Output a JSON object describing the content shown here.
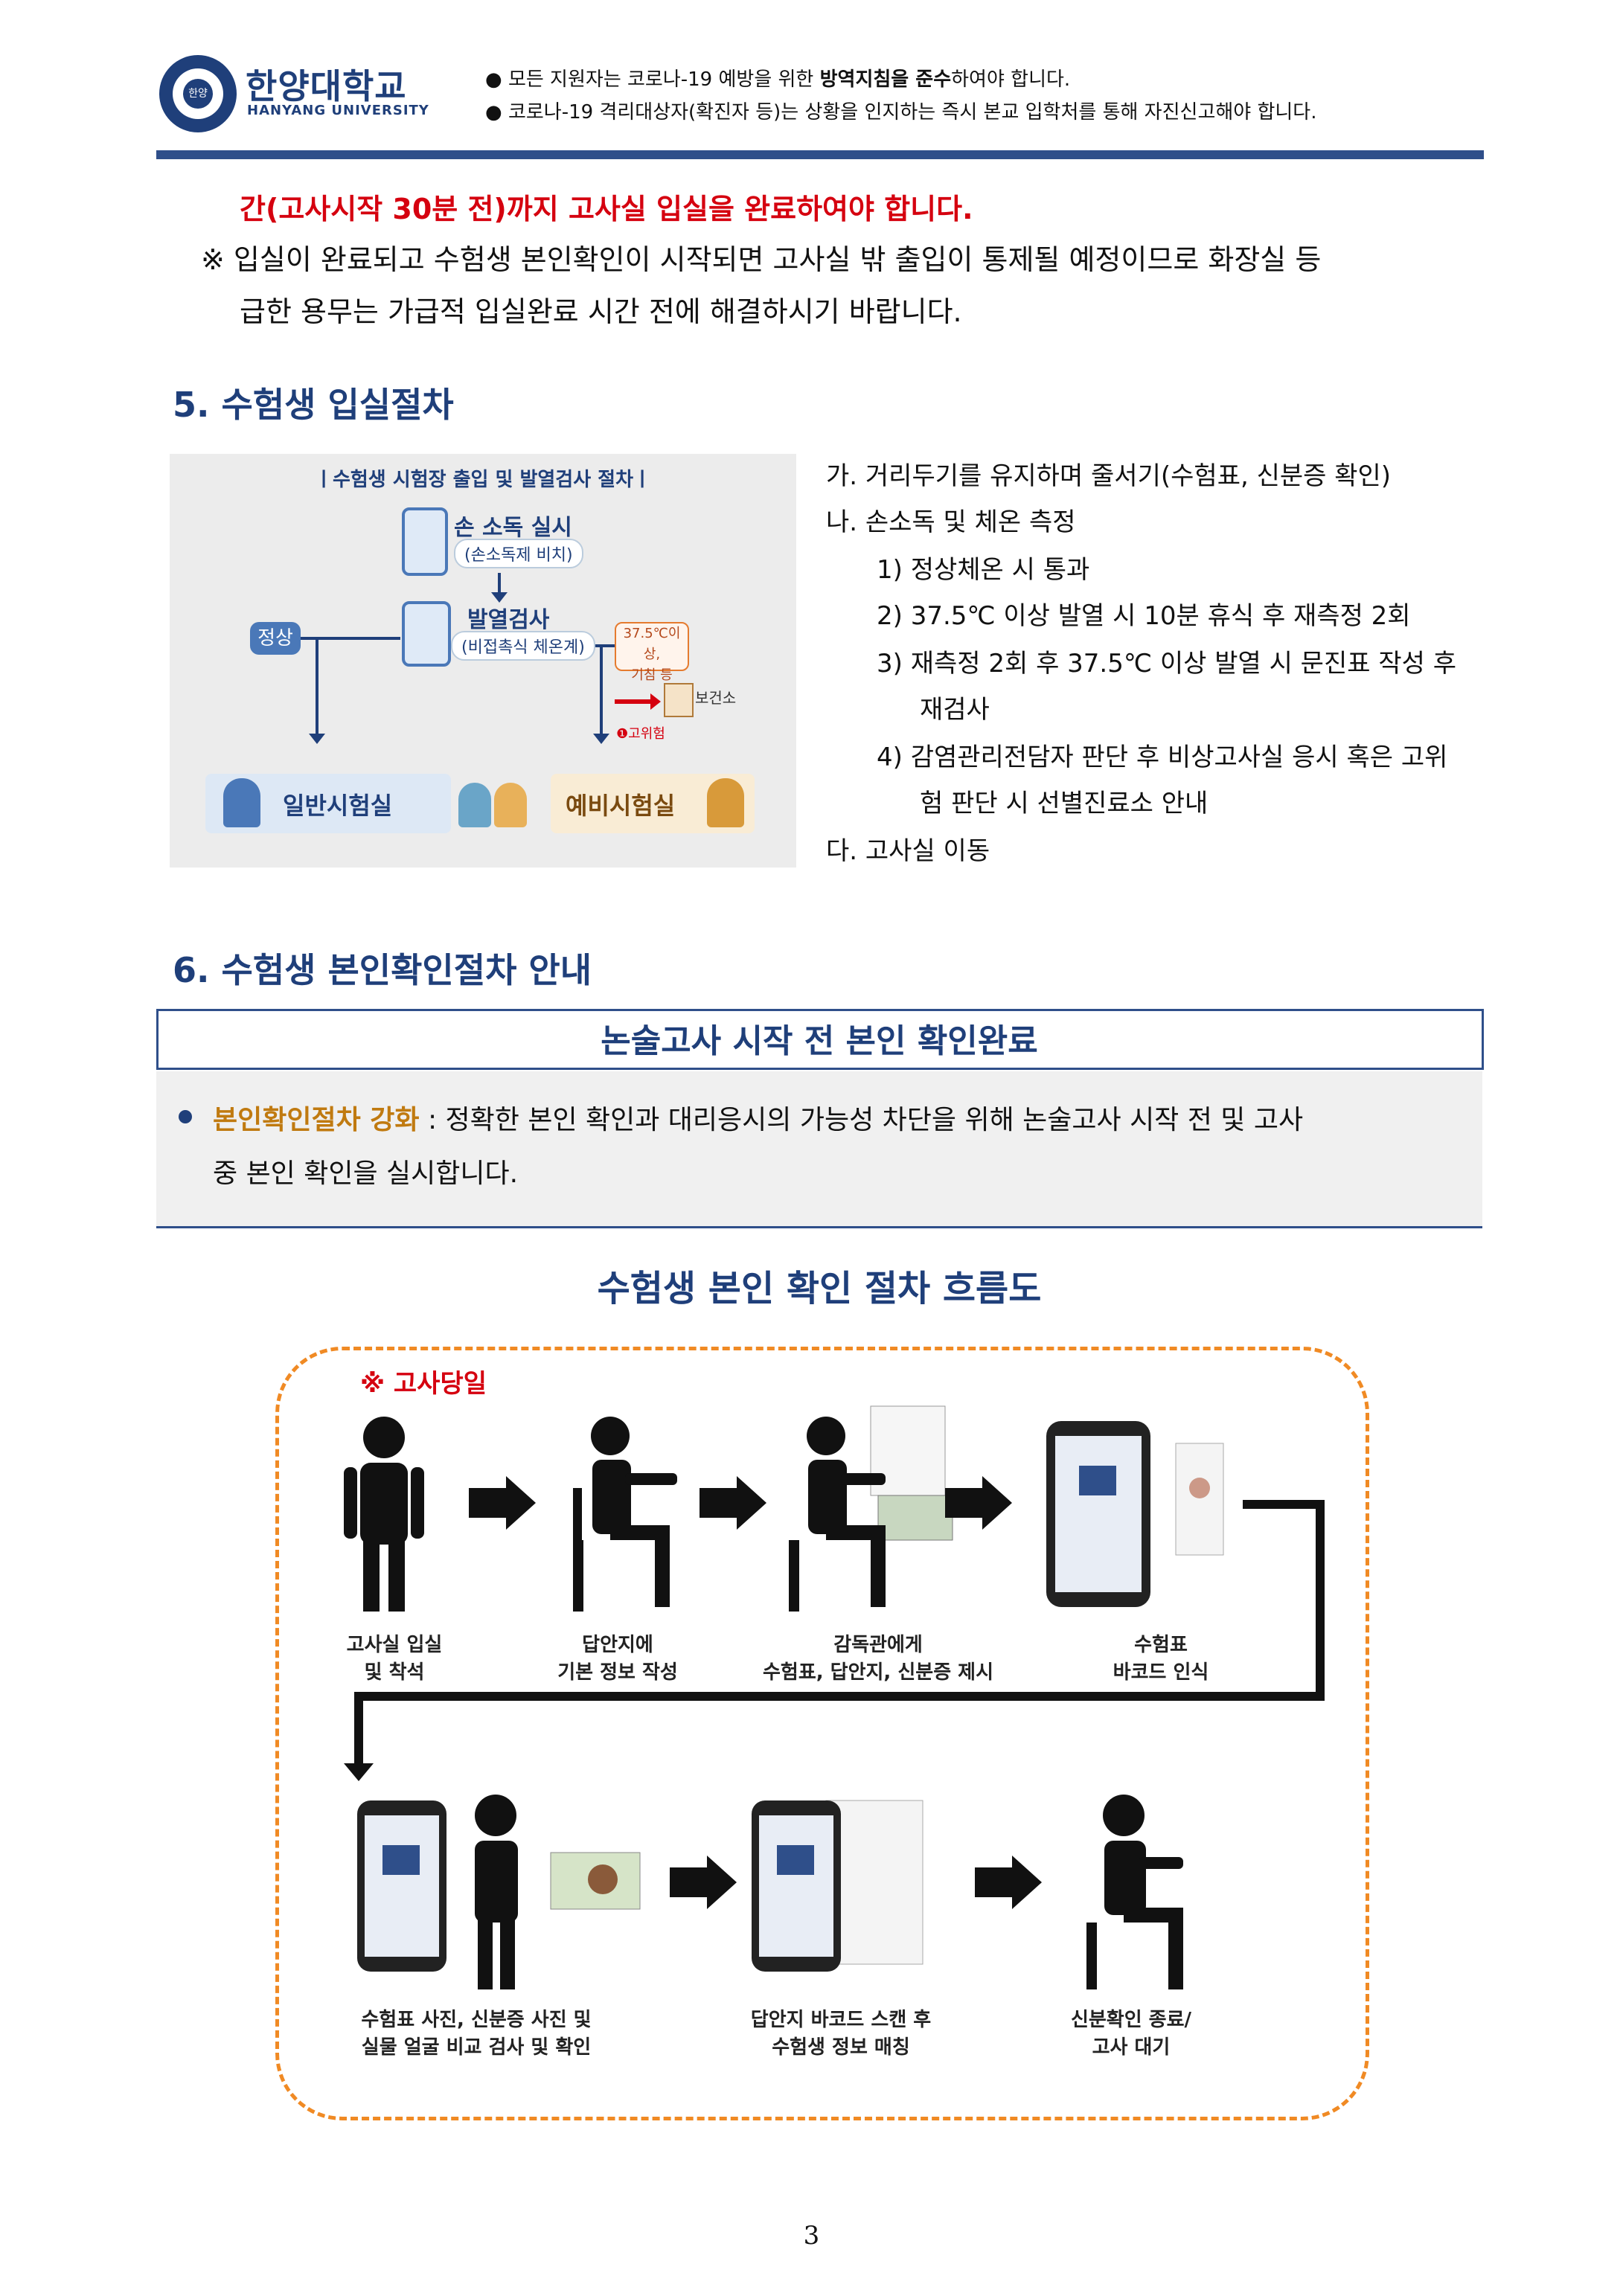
{
  "header": {
    "logo_seal": "한양",
    "brand_ko": "한양대학교",
    "brand_en": "HANYANG UNIVERSITY",
    "notice_1_pre": "● 모든 지원자는 코로나-19 예방을 위한 ",
    "notice_1_bold": "방역지침을 준수",
    "notice_1_post": "하여야 합니다.",
    "notice_2": "● 코로나-19 격리대상자(확진자 등)는 상황을 인지하는 즉시 본교 입학처를 통해 자진신고해야 합니다."
  },
  "intro": {
    "red_line": "간(고사시작 30분 전)까지 고사실 입실을 완료하여야 합니다.",
    "note_line_1": "※  입실이 완료되고 수험생 본인확인이 시작되면 고사실 밖 출입이 통제될 예정이므로 화장실 등",
    "note_line_2": "급한 용무는 가급적 입실완료 시간 전에 해결하시기 바랍니다."
  },
  "section5": {
    "title": "5. 수험생 입실절차",
    "figure": {
      "title": "ㅣ수험생 시험장 출입 및 발열검사 절차ㅣ",
      "hand_sanitize": "손 소독 실시",
      "hand_sanitize_sub": "(손소독제 비치)",
      "fever_check": "발열검사",
      "fever_check_sub": "(비접촉식 체온계)",
      "normal": "정상",
      "high_temp_1": "37.5℃이상,",
      "high_temp_2": "기침 등",
      "health_center": "보건소",
      "high_risk": "❶고위험",
      "general_room": "일반시험실",
      "reserve_room": "예비시험실"
    },
    "steps": [
      "가.  거리두기를 유지하며 줄서기(수험표, 신분증 확인)",
      "나.  손소독 및 체온 측정",
      "1)  정상체온 시 통과",
      "2)  37.5℃ 이상 발열 시 10분 휴식 후 재측정 2회",
      "3)  재측정 2회 후 37.5℃ 이상 발열 시 문진표 작성 후",
      "재검사",
      "4)  감염관리전담자 판단 후 비상고사실 응시 혹은 고위",
      "험 판단 시 선별진료소 안내",
      "다.  고사실 이동"
    ]
  },
  "section6": {
    "title": "6. 수험생 본인확인절차 안내",
    "banner": "논술고사 시작 전 본인 확인완료",
    "bullet_label": "본인확인절차 강화",
    "bullet_text": " : 정확한 본인 확인과 대리응시의 가능성 차단을 위해 논술고사 시작 전 및 고사",
    "bullet_text_2": "중 본인 확인을 실시합니다.",
    "flow_title": "수험생 본인 확인 절차 흐름도",
    "exam_day": "※ 고사당일",
    "captions": [
      [
        "고사실 입실",
        "및 착석"
      ],
      [
        "답안지에",
        "기본 정보 작성"
      ],
      [
        "감독관에게",
        "수험표, 답안지, 신분증 제시"
      ],
      [
        "수험표",
        "바코드 인식"
      ],
      [
        "수험표 사진, 신분증 사진 및",
        "실물 얼굴 비교 검사 및 확인"
      ],
      [
        "답안지 바코드 스캔 후",
        "수험생 정보 매칭"
      ],
      [
        "신분확인 종료/",
        "고사 대기"
      ]
    ]
  },
  "footer": {
    "page_number": "3"
  },
  "colors": {
    "brand_navy": "#1f3f7a",
    "warning_red": "#d5000f",
    "flow_border_orange": "#f08a24"
  }
}
